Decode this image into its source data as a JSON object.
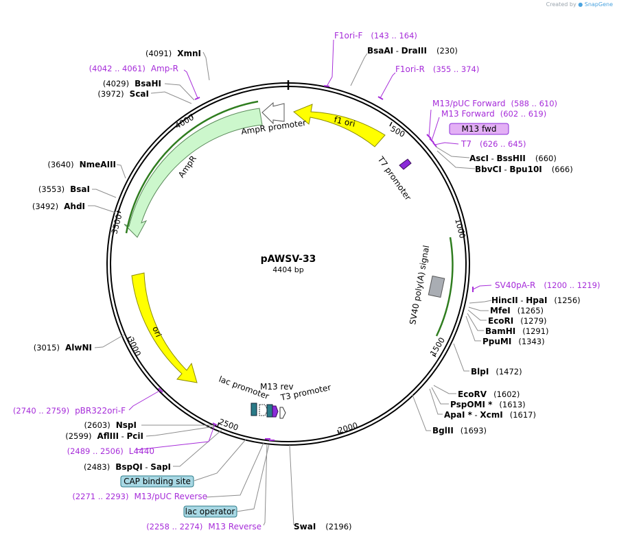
{
  "credit": {
    "prefix": "Created by",
    "brand": "SnapGene"
  },
  "plasmid": {
    "name": "pAWSV-33",
    "size": "4404 bp"
  },
  "ticks": [
    "500",
    "1000",
    "1500",
    "2000",
    "2500",
    "3000",
    "3500",
    "4000"
  ],
  "features": {
    "f1ori": "f1 ori",
    "ampr_promoter": "AmpR promoter",
    "ampr": "AmpR",
    "t7_promoter": "T7 promoter",
    "sv40": "SV40 poly(A) signal",
    "ori": "ori",
    "lac_promoter": "lac promoter",
    "m13rev": "M13 rev",
    "t3_promoter": "T3 promoter"
  },
  "enzymes_right": [
    {
      "name": "BsaAI",
      "sep": " - ",
      "name2": "DraIII",
      "pos": "(230)"
    },
    {
      "name": "AscI",
      "sep": " - ",
      "name2": "BssHII",
      "pos": "(660)"
    },
    {
      "name": "BbvCI",
      "sep": " - ",
      "name2": "Bpu10I",
      "pos": "(666)"
    },
    {
      "name": "HincII",
      "sep": " - ",
      "name2": "HpaI",
      "pos": "(1256)"
    },
    {
      "name": "MfeI",
      "sep": "",
      "name2": "",
      "pos": "(1265)"
    },
    {
      "name": "EcoRI",
      "sep": "",
      "name2": "",
      "pos": "(1279)"
    },
    {
      "name": "BamHI",
      "sep": "",
      "name2": "",
      "pos": "(1291)"
    },
    {
      "name": "PpuMI",
      "sep": "",
      "name2": "",
      "pos": "(1343)"
    },
    {
      "name": "BlpI",
      "sep": "",
      "name2": "",
      "pos": "(1472)"
    },
    {
      "name": "EcoRV",
      "sep": "",
      "name2": "",
      "pos": "(1602)"
    },
    {
      "name": "PspOMI *",
      "sep": "",
      "name2": "",
      "pos": "(1613)"
    },
    {
      "name": "ApaI *",
      "sep": " - ",
      "name2": "XcmI",
      "pos": "(1617)"
    },
    {
      "name": "BglII",
      "sep": "",
      "name2": "",
      "pos": "(1693)"
    },
    {
      "name": "SwaI",
      "sep": "",
      "name2": "",
      "pos": "(2196)"
    }
  ],
  "enzymes_left": [
    {
      "pos": "(4091)",
      "name": "XmnI",
      "sep": "",
      "name2": ""
    },
    {
      "pos": "(4029)",
      "name": "BsaHI",
      "sep": "",
      "name2": ""
    },
    {
      "pos": "(3972)",
      "name": "ScaI",
      "sep": "",
      "name2": ""
    },
    {
      "pos": "(3640)",
      "name": "NmeAIII",
      "sep": "",
      "name2": ""
    },
    {
      "pos": "(3553)",
      "name": "BsaI",
      "sep": "",
      "name2": ""
    },
    {
      "pos": "(3492)",
      "name": "AhdI",
      "sep": "",
      "name2": ""
    },
    {
      "pos": "(3015)",
      "name": "AlwNI",
      "sep": "",
      "name2": ""
    },
    {
      "pos": "(2603)",
      "name": "NspI",
      "sep": "",
      "name2": ""
    },
    {
      "pos": "(2599)",
      "name": "AflIII",
      "sep": " - ",
      "name2": "PciI"
    },
    {
      "pos": "(2483)",
      "name": "BspQI",
      "sep": " - ",
      "name2": "SapI"
    }
  ],
  "primers": {
    "f1orif": {
      "name": "F1ori-F",
      "range": "(143 .. 164)"
    },
    "f1orir": {
      "name": "F1ori-R",
      "range": "(355 .. 374)"
    },
    "m13puc_fwd": {
      "name": "M13/pUC Forward",
      "range": "(588 .. 610)"
    },
    "m13_fwd": {
      "name": "M13 Forward",
      "range": "(602 .. 619)"
    },
    "t7": {
      "name": "T7",
      "range": "(626 .. 645)"
    },
    "sv40pa_r": {
      "name": "SV40pA-R",
      "range": "(1200 .. 1219)"
    },
    "amp_r": {
      "name": "Amp-R",
      "range": "(4042 .. 4061)"
    },
    "pbr322": {
      "name": "pBR322ori-F",
      "range": "(2740 .. 2759)"
    },
    "l4440": {
      "name": "L4440",
      "range": "(2489 .. 2506)"
    },
    "m13puc_rev": {
      "name": "M13/pUC Reverse",
      "range": "(2271 .. 2293)"
    },
    "m13_rev": {
      "name": "M13 Reverse",
      "range": "(2258 .. 2274)"
    }
  },
  "boxes": {
    "m13fwd": "M13 fwd",
    "cap": "CAP binding site",
    "lacop": "lac operator"
  },
  "colors": {
    "primer": "#a62cd9",
    "feature_yellow": "#ffff00",
    "feature_green": "#ccf7cc",
    "box_blue": "#a8d8e4",
    "box_purple": "#e3b0f5"
  }
}
